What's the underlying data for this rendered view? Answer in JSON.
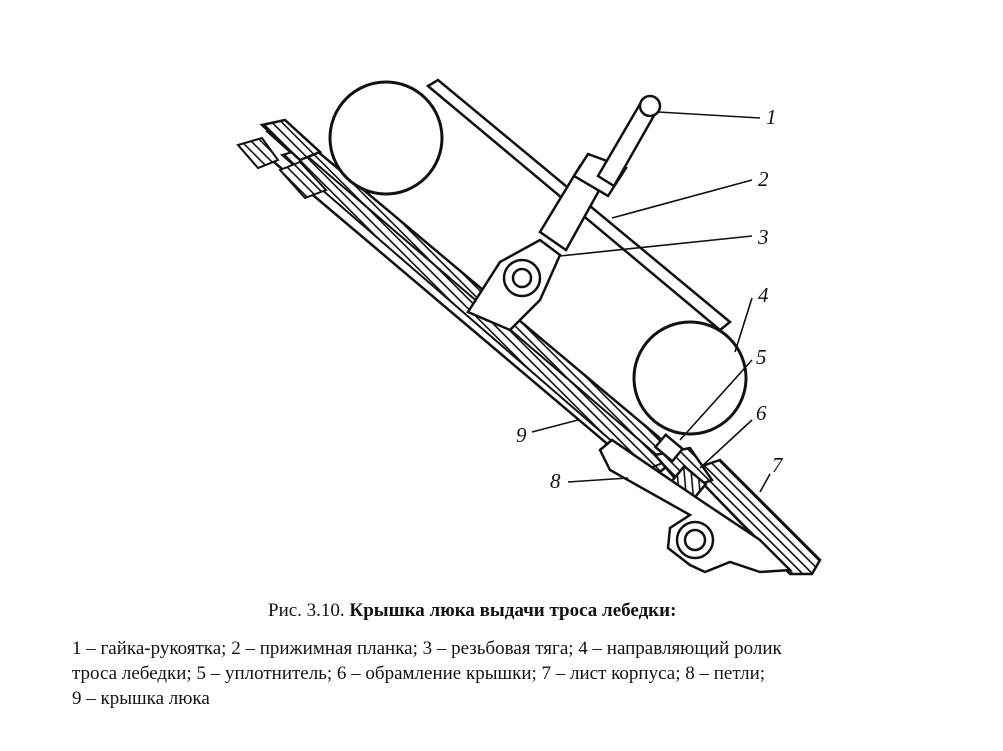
{
  "callouts": [
    "1",
    "2",
    "3",
    "4",
    "5",
    "6",
    "7",
    "8",
    "9"
  ],
  "caption": {
    "prefix": "Рис. 3.10.",
    "title": "Крышка люка выдачи троса лебедки:"
  },
  "legend": {
    "line1": "1 – гайка-рукоятка; 2 – прижимная планка; 3 – резьбовая тяга; 4 – направляющий ролик",
    "line2": "троса лебедки; 5 – уплотнитель; 6 – обрамление крышки; 7 – лист корпуса; 8 – петли;",
    "line3": "9 – крышка люка"
  }
}
